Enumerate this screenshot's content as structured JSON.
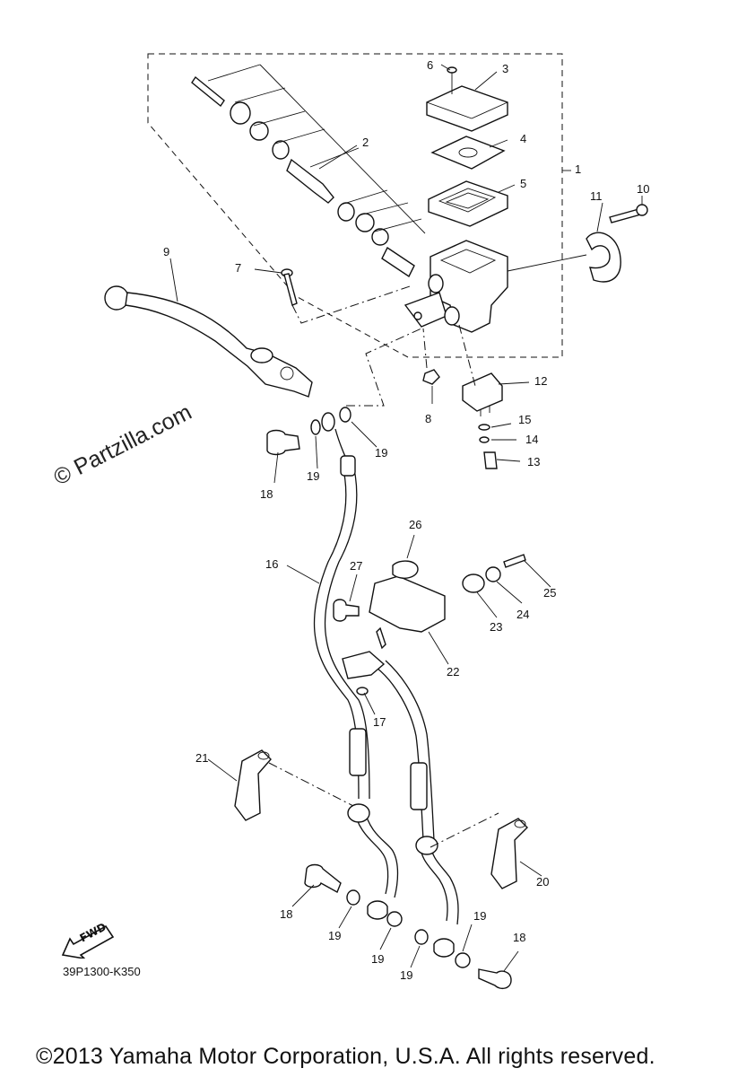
{
  "callouts": [
    {
      "id": "1",
      "text": "1"
    },
    {
      "id": "2",
      "text": "2"
    },
    {
      "id": "3",
      "text": "3"
    },
    {
      "id": "4",
      "text": "4"
    },
    {
      "id": "5",
      "text": "5"
    },
    {
      "id": "6",
      "text": "6"
    },
    {
      "id": "7",
      "text": "7"
    },
    {
      "id": "8",
      "text": "8"
    },
    {
      "id": "9",
      "text": "9"
    },
    {
      "id": "10",
      "text": "10"
    },
    {
      "id": "11",
      "text": "11"
    },
    {
      "id": "12",
      "text": "12"
    },
    {
      "id": "13",
      "text": "13"
    },
    {
      "id": "14",
      "text": "14"
    },
    {
      "id": "15",
      "text": "15"
    },
    {
      "id": "16",
      "text": "16"
    },
    {
      "id": "17",
      "text": "17"
    },
    {
      "id": "18a",
      "text": "18"
    },
    {
      "id": "18b",
      "text": "18"
    },
    {
      "id": "18c",
      "text": "18"
    },
    {
      "id": "19a",
      "text": "19"
    },
    {
      "id": "19b",
      "text": "19"
    },
    {
      "id": "19c",
      "text": "19"
    },
    {
      "id": "19d",
      "text": "19"
    },
    {
      "id": "19e",
      "text": "19"
    },
    {
      "id": "19f",
      "text": "19"
    },
    {
      "id": "20",
      "text": "20"
    },
    {
      "id": "21",
      "text": "21"
    },
    {
      "id": "22",
      "text": "22"
    },
    {
      "id": "23",
      "text": "23"
    },
    {
      "id": "24",
      "text": "24"
    },
    {
      "id": "25",
      "text": "25"
    },
    {
      "id": "26",
      "text": "26"
    },
    {
      "id": "27",
      "text": "27"
    }
  ],
  "watermark": "© Partzilla.com",
  "fwd_label": "FWD",
  "diagram_code": "39P1300-K350",
  "copyright": "©2013 Yamaha Motor Corporation, U.S.A. All rights reserved."
}
